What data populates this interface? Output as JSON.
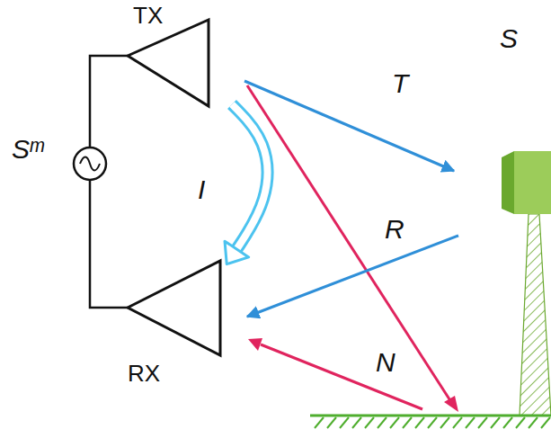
{
  "diagram": {
    "nodes": [
      {
        "text": [
          "TX"
        ]
      },
      {
        "text": [
          "RX"
        ]
      },
      {
        "text": [
          "S"
        ]
      },
      {
        "text": [
          "Sᵐ"
        ]
      }
    ],
    "edges": [
      {
        "from": 3,
        "to": 0,
        "arrow": "none"
      },
      {
        "from": 3,
        "to": 1,
        "arrow": "none"
      },
      {
        "from": 0,
        "to": 2,
        "label": "T",
        "arrow": "to"
      },
      {
        "from": 2,
        "to": 1,
        "label": "R",
        "arrow": "to"
      },
      {
        "from": 0,
        "to": 1,
        "label": "I",
        "arrow": "to"
      }
    ],
    "labels": [
      "N"
    ]
  }
}
